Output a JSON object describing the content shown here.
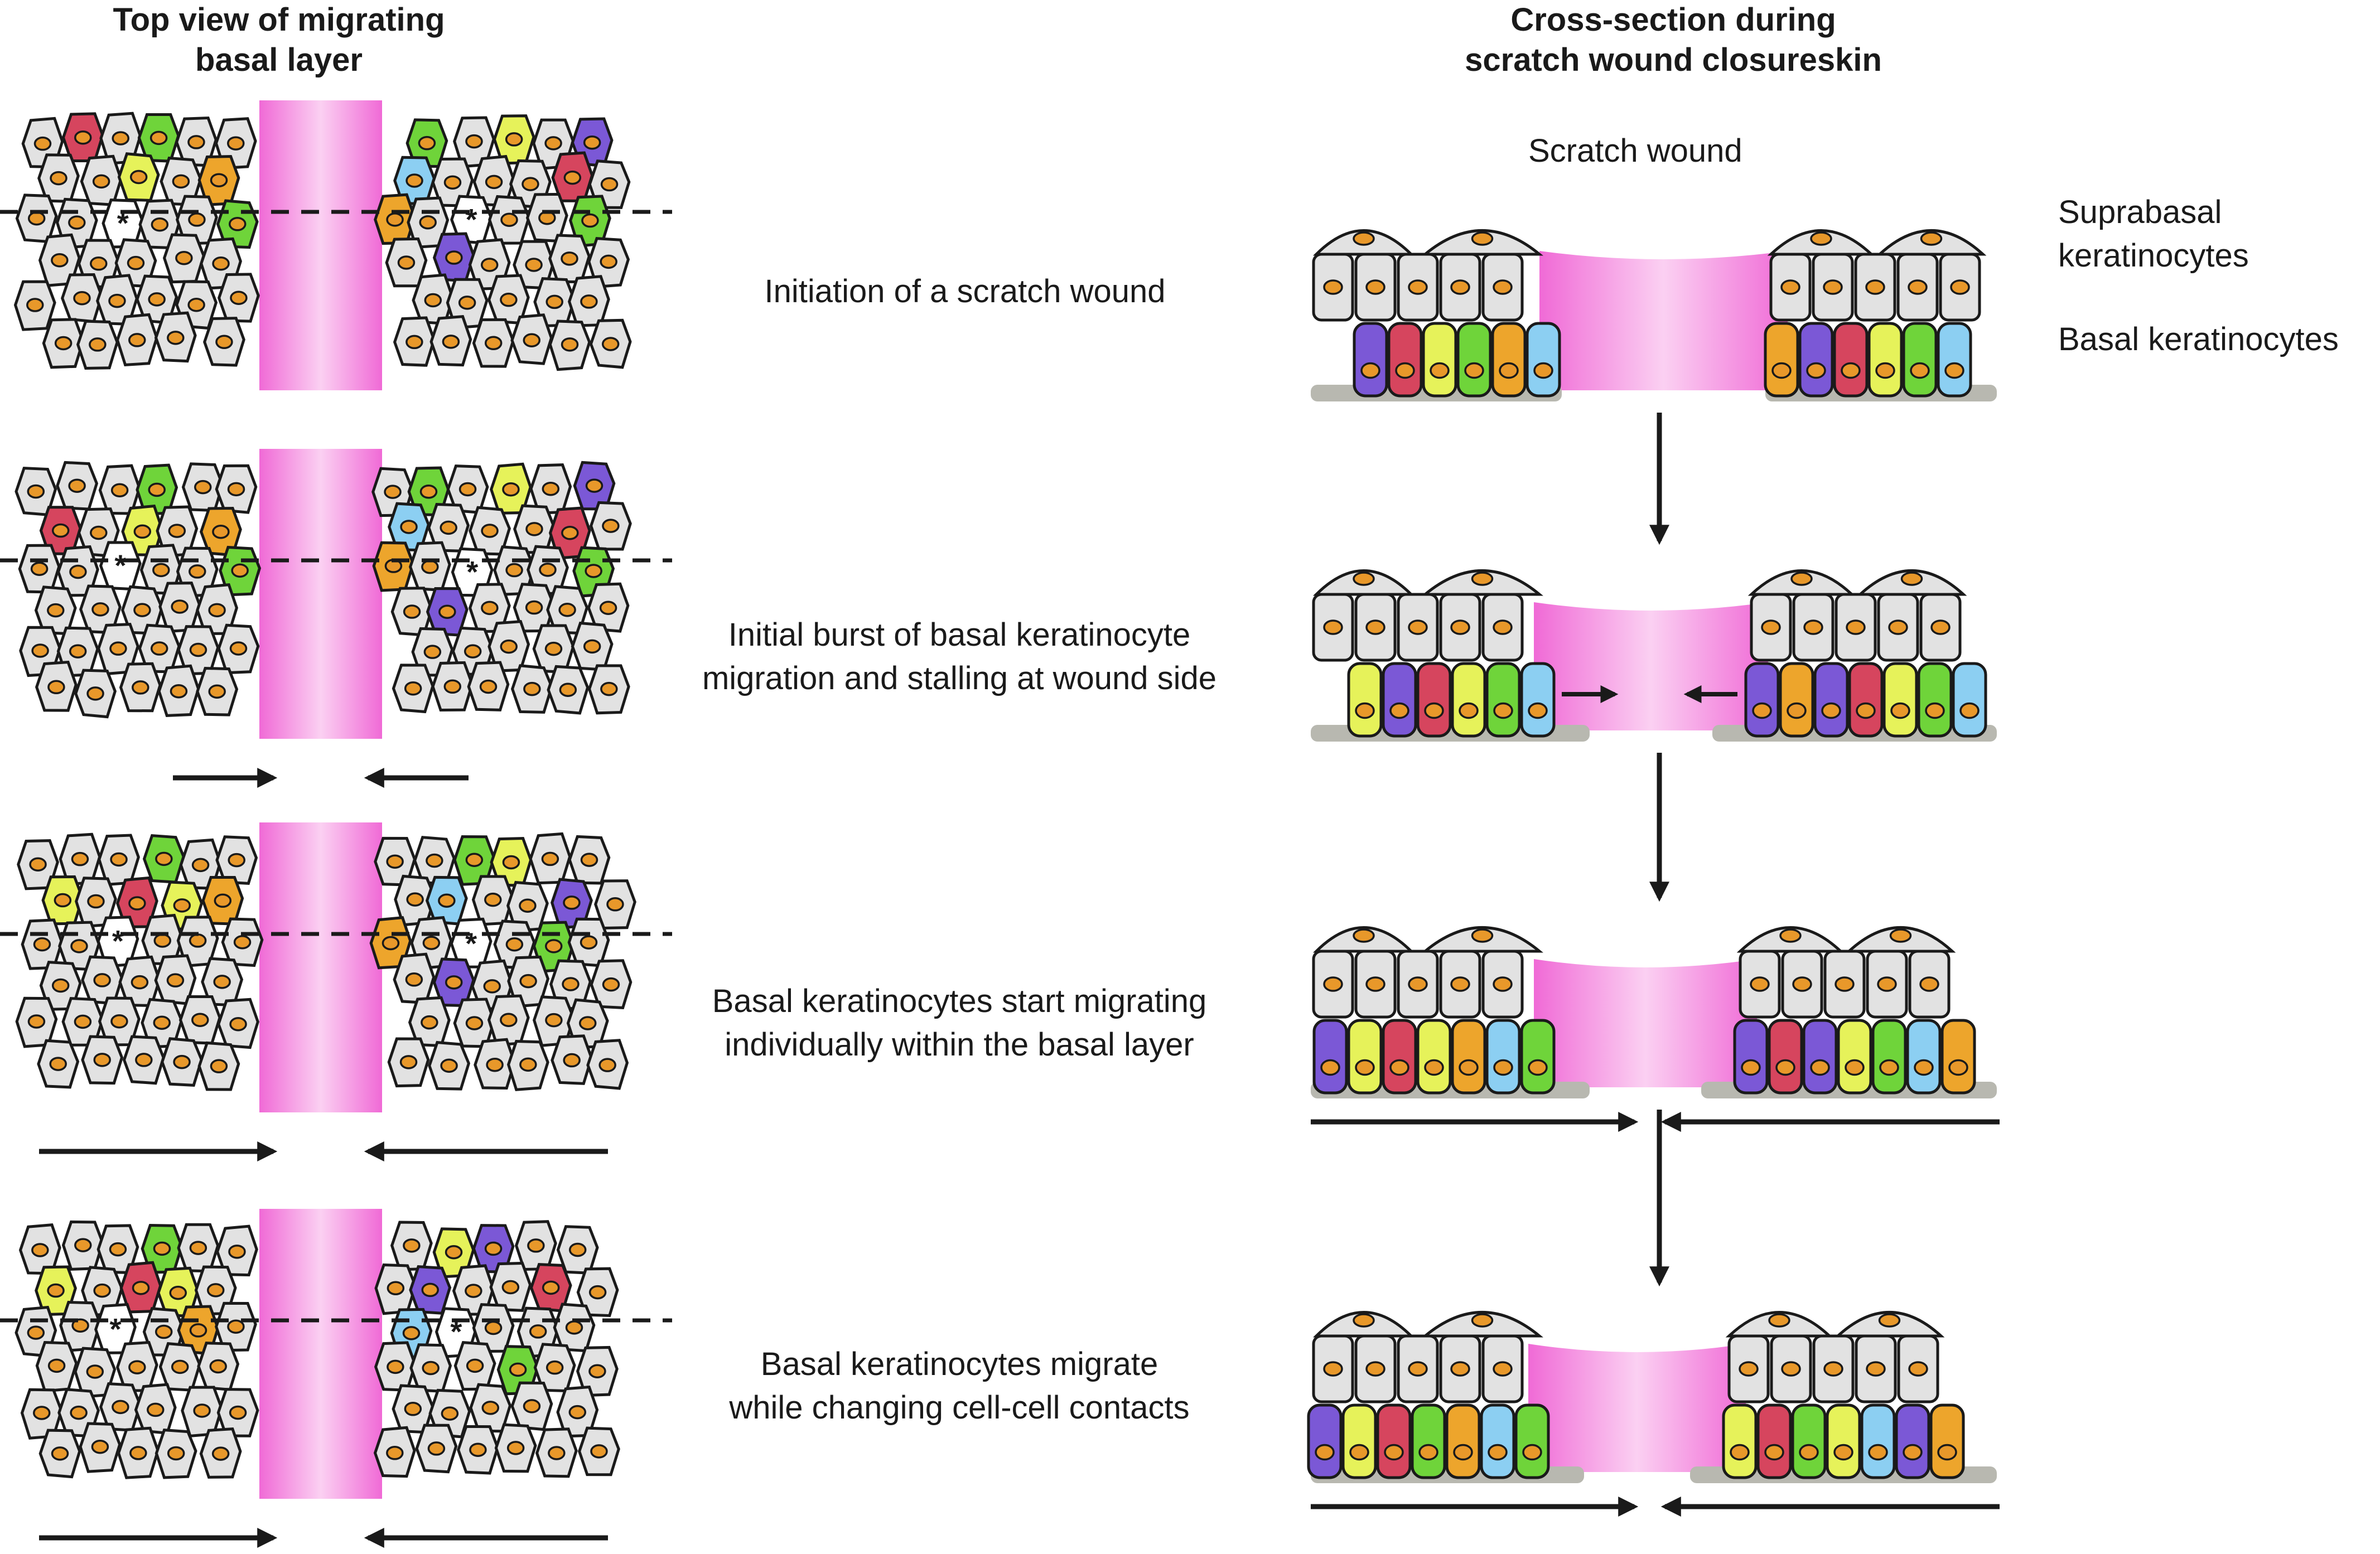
{
  "headings": {
    "top_view": "Top view of migrating\nbasal layer",
    "cross_section": "Cross-section  during\nscratch wound closureskin"
  },
  "labels": {
    "scratch_wound": "Scratch wound",
    "suprabasal": "Suprabasal\nkeratinocytes",
    "basal": "Basal keratinocytes"
  },
  "stages": [
    {
      "caption": "Initiation of a scratch wound"
    },
    {
      "caption": "Initial burst of basal keratinocyte\nmigration and stalling at wound side"
    },
    {
      "caption": "Basal keratinocytes start migrating\nindividually within the basal layer"
    },
    {
      "caption": "Basal keratinocytes migrate\nwhile changing cell-cell contacts"
    }
  ],
  "colors": {
    "purple": "#7b58d6",
    "red": "#d6455e",
    "yellow": "#e6f25a",
    "green": "#6fd43a",
    "orange": "#eda52c",
    "blue": "#8ccff2",
    "grey_cell": "#e2e2e2",
    "nucleus": "#e8982a",
    "wound_pink": "#f06ad6",
    "wound_light": "#fbd0f2",
    "substrate": "#b8b8b0"
  },
  "basal_rows": [
    {
      "left": [
        "purple",
        "red",
        "yellow",
        "green",
        "orange",
        "blue"
      ],
      "right": [
        "blue",
        "green",
        "yellow",
        "red",
        "purple",
        "orange"
      ]
    },
    {
      "left": [
        "yellow",
        "purple",
        "red",
        "yellow",
        "green",
        "blue"
      ],
      "right": [
        "blue",
        "green",
        "yellow",
        "red",
        "purple",
        "orange",
        "purple"
      ]
    },
    {
      "left": [
        "purple",
        "yellow",
        "red",
        "yellow",
        "orange",
        "blue",
        "green"
      ],
      "right": [
        "orange",
        "blue",
        "green",
        "yellow",
        "purple",
        "red",
        "purple"
      ]
    },
    {
      "left": [
        "purple",
        "yellow",
        "red",
        "green",
        "orange",
        "blue",
        "green"
      ],
      "right": [
        "orange",
        "purple",
        "blue",
        "yellow",
        "green",
        "red",
        "yellow"
      ]
    }
  ]
}
